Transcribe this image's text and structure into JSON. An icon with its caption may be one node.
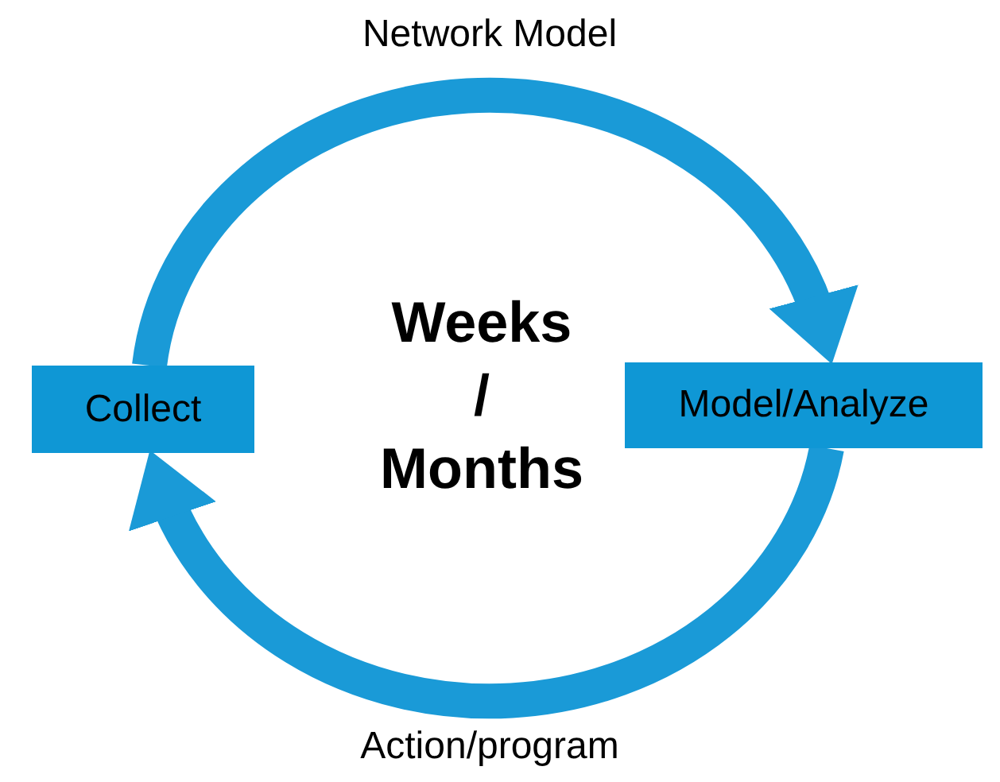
{
  "diagram": {
    "nodes": [
      {
        "text": [
          "Collect"
        ]
      },
      {
        "text": [
          "Model/Analyze"
        ]
      }
    ],
    "edges": [
      {
        "from": 0,
        "to": 1,
        "arrow": "to",
        "label": "Network Model"
      },
      {
        "from": 1,
        "to": 0,
        "arrow": "to",
        "label": "Action/program"
      }
    ],
    "labels": [
      "Weeks",
      "/",
      "Months"
    ]
  }
}
